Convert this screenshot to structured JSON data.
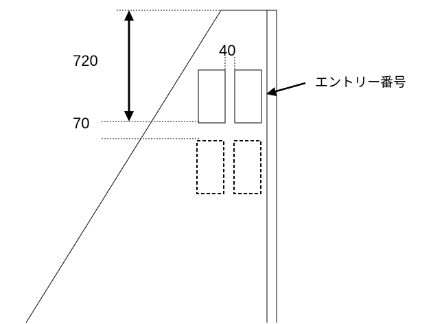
{
  "diagram": {
    "labels": {
      "height_dimension": "720",
      "bottom_dimension": "70",
      "gap_dimension": "40",
      "entry_number": "エントリー番号"
    },
    "colors": {
      "line": "#000000",
      "background": "#ffffff"
    }
  }
}
